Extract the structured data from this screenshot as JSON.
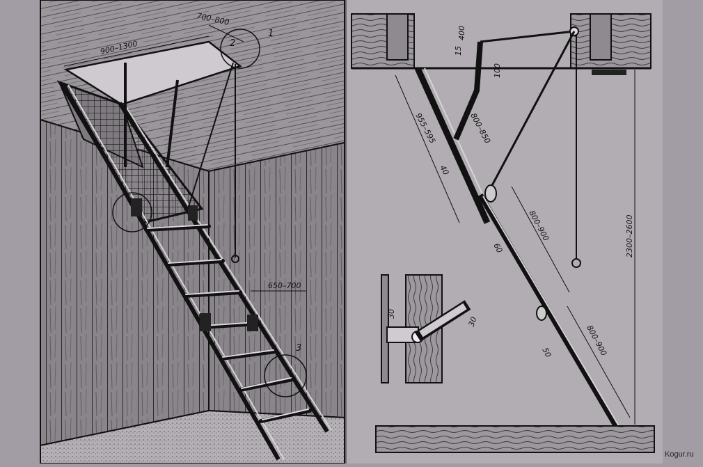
{
  "left_drawing": {
    "dims": {
      "hatch_length": "900–1300",
      "hatch_width": "700–800",
      "ladder_width": "650–700"
    },
    "callouts": [
      "1",
      "2",
      "3"
    ]
  },
  "right_drawing": {
    "dims": {
      "d_400": "400",
      "d_15": "15",
      "d_100": "100",
      "upper_flight": "800–850",
      "upper_flight_left": "955–595",
      "d_40": "40",
      "middle_flight": "800–900",
      "d_60": "60",
      "d_50": "50",
      "lower_flight": "800–900",
      "total_height": "2300–2600"
    }
  },
  "detail": {
    "dims": {
      "d_30a": "30",
      "d_30b": "30"
    }
  },
  "watermark": "Kogur.ru",
  "colors": {
    "background": "#a29ca4",
    "ink": "#111111"
  }
}
